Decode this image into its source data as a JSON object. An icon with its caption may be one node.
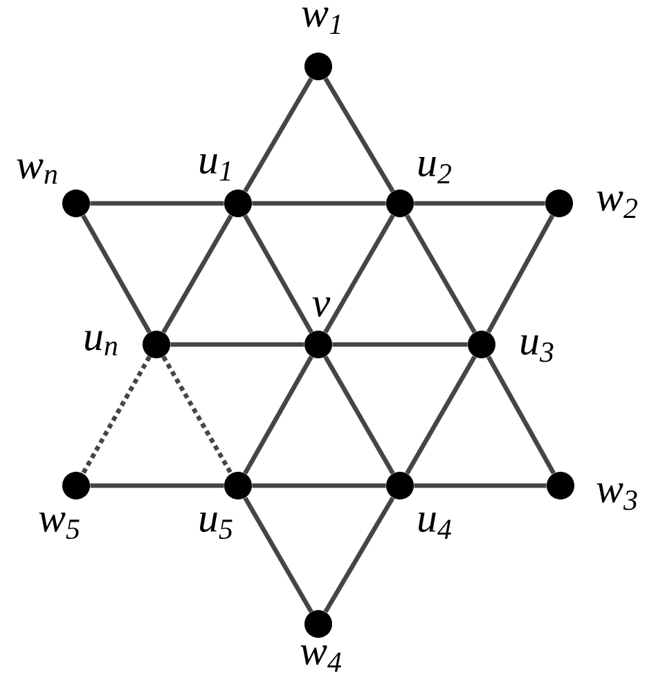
{
  "diagram": {
    "nodes": [
      {
        "text": [],
        "shape": "circle",
        "beside": [
          "w$_{1}$"
        ]
      },
      {
        "text": [],
        "shape": "circle",
        "beside": [
          "w$_{n}$"
        ]
      },
      {
        "text": [],
        "shape": "circle",
        "beside": [
          "u$_{1}$"
        ]
      },
      {
        "text": [],
        "shape": "circle",
        "beside": [
          "u$_{2}$"
        ]
      },
      {
        "text": [],
        "shape": "circle",
        "beside": [
          "w$_{2}$"
        ]
      },
      {
        "text": [],
        "shape": "circle",
        "beside": [
          "u$_{n}$"
        ]
      },
      {
        "text": [],
        "shape": "circle",
        "beside": [
          "v"
        ]
      },
      {
        "text": [],
        "shape": "circle",
        "beside": [
          "u$_{3}$"
        ]
      },
      {
        "text": [],
        "shape": "circle",
        "beside": [
          "w$_{5}$"
        ]
      },
      {
        "text": [],
        "shape": "circle",
        "beside": [
          "u$_{5}$"
        ]
      },
      {
        "text": [],
        "shape": "circle",
        "beside": [
          "u$_{4}$"
        ]
      },
      {
        "text": [],
        "shape": "circle",
        "beside": [
          "w$_{3}$"
        ]
      },
      {
        "text": [],
        "shape": "circle",
        "beside": [
          "w$_{4}$"
        ]
      }
    ],
    "edges": [
      {
        "from": 0,
        "to": 2,
        "arrow": "none"
      },
      {
        "from": 0,
        "to": 3,
        "arrow": "none"
      },
      {
        "from": 1,
        "to": 2,
        "arrow": "none"
      },
      {
        "from": 2,
        "to": 3,
        "arrow": "none"
      },
      {
        "from": 3,
        "to": 4,
        "arrow": "none"
      },
      {
        "from": 1,
        "to": 5,
        "arrow": "none"
      },
      {
        "from": 2,
        "to": 5,
        "arrow": "none"
      },
      {
        "from": 2,
        "to": 6,
        "arrow": "none"
      },
      {
        "from": 3,
        "to": 6,
        "arrow": "none"
      },
      {
        "from": 3,
        "to": 7,
        "arrow": "none"
      },
      {
        "from": 4,
        "to": 7,
        "arrow": "none"
      },
      {
        "from": 5,
        "to": 6,
        "arrow": "none"
      },
      {
        "from": 6,
        "to": 7,
        "arrow": "none"
      },
      {
        "from": 5,
        "to": 8,
        "arrow": "none",
        "style": "dashed"
      },
      {
        "from": 5,
        "to": 9,
        "arrow": "none",
        "style": "dashed"
      },
      {
        "from": 6,
        "to": 9,
        "arrow": "none"
      },
      {
        "from": 6,
        "to": 10,
        "arrow": "none"
      },
      {
        "from": 7,
        "to": 10,
        "arrow": "none"
      },
      {
        "from": 7,
        "to": 11,
        "arrow": "none"
      },
      {
        "from": 8,
        "to": 9,
        "arrow": "none"
      },
      {
        "from": 9,
        "to": 10,
        "arrow": "none"
      },
      {
        "from": 10,
        "to": 11,
        "arrow": "none"
      },
      {
        "from": 9,
        "to": 12,
        "arrow": "none"
      },
      {
        "from": 10,
        "to": 12,
        "arrow": "none"
      }
    ]
  }
}
